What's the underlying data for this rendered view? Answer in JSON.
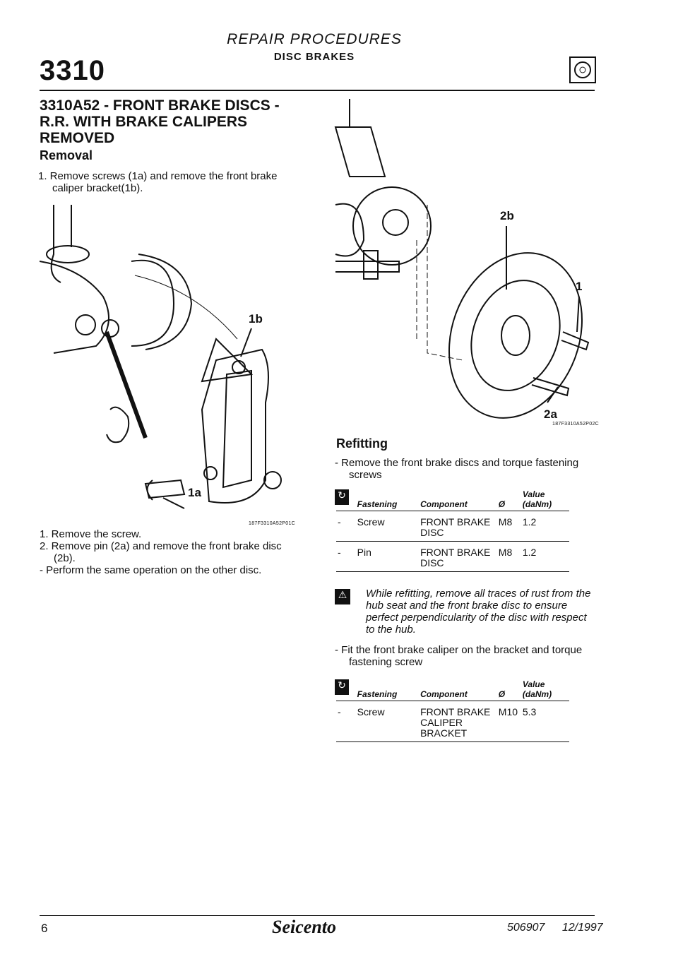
{
  "header": {
    "section": "REPAIR PROCEDURES",
    "subsection": "DISC BRAKES",
    "number": "3310",
    "icon": "brake-disc-icon"
  },
  "title": "3310A52 - FRONT BRAKE DISCS - R.R. WITH BRAKE CALIPERS REMOVED",
  "removal": {
    "heading": "Removal",
    "step1": "1. Remove screws (1a) and remove the front brake caliper bracket(1b).",
    "figure1": {
      "labels": [
        "1b",
        "1a"
      ],
      "code": "187F3310A52P01C"
    },
    "steps": [
      "1. Remove the screw.",
      "2. Remove pin (2a) and remove the front brake disc (2b).",
      "- Perform the same operation on the other disc."
    ]
  },
  "figure2": {
    "labels": [
      "2b",
      "1",
      "2a"
    ],
    "code": "187F3310A52P02C"
  },
  "refitting": {
    "heading": "Refitting",
    "step1": "- Remove the front brake discs and torque fastening screws",
    "table_headers": [
      "Fastening",
      "Component",
      "Ø",
      "Value (daNm)"
    ],
    "table1": [
      [
        "-",
        "Screw",
        "FRONT BRAKE DISC",
        "M8",
        "1.2"
      ],
      [
        "-",
        "Pin",
        "FRONT BRAKE DISC",
        "M8",
        "1.2"
      ]
    ],
    "warning": "While refitting, remove all traces of rust from the hub seat and the front brake disc to ensure perfect perpendicularity of the disc with respect to the hub.",
    "step2": "- Fit the front brake caliper on the bracket and torque fastening screw",
    "table2": [
      [
        "-",
        "Screw",
        "FRONT BRAKE CALIPER BRACKET",
        "M10",
        "5.3"
      ]
    ]
  },
  "footer": {
    "page": "6",
    "brand": "Seicento",
    "doc": "506907",
    "date": "12/1997"
  }
}
